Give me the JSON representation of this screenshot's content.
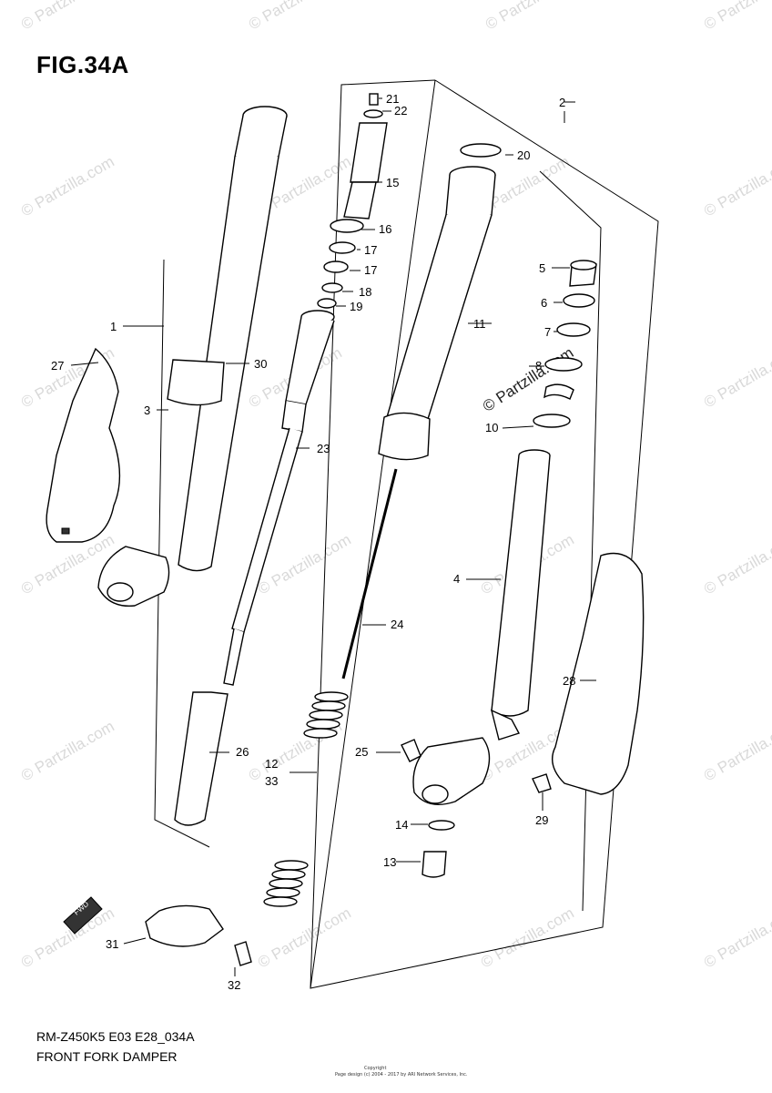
{
  "figure": {
    "title": "FIG.34A"
  },
  "footer": {
    "model_code": "RM-Z450K5 E03 E28_034A",
    "assembly_name": "FRONT FORK DAMPER",
    "small_print_1": "Copyright",
    "small_print_2": "Page design (c) 2004 - 2017 by ARI Network Services, Inc."
  },
  "watermark": {
    "text": "© Partzilla.com"
  },
  "fwd_badge": "FWD",
  "parts": [
    {
      "label": "1"
    },
    {
      "label": "2"
    },
    {
      "label": "3"
    },
    {
      "label": "4"
    },
    {
      "label": "5"
    },
    {
      "label": "6"
    },
    {
      "label": "7"
    },
    {
      "label": "8"
    },
    {
      "label": "10"
    },
    {
      "label": "11"
    },
    {
      "label": "12"
    },
    {
      "label": "33"
    },
    {
      "label": "13"
    },
    {
      "label": "14"
    },
    {
      "label": "15"
    },
    {
      "label": "16"
    },
    {
      "label": "17"
    },
    {
      "label": "17"
    },
    {
      "label": "18"
    },
    {
      "label": "19"
    },
    {
      "label": "20"
    },
    {
      "label": "21"
    },
    {
      "label": "22"
    },
    {
      "label": "23"
    },
    {
      "label": "24"
    },
    {
      "label": "25"
    },
    {
      "label": "26"
    },
    {
      "label": "27"
    },
    {
      "label": "28"
    },
    {
      "label": "29"
    },
    {
      "label": "30"
    },
    {
      "label": "31"
    },
    {
      "label": "32"
    }
  ]
}
